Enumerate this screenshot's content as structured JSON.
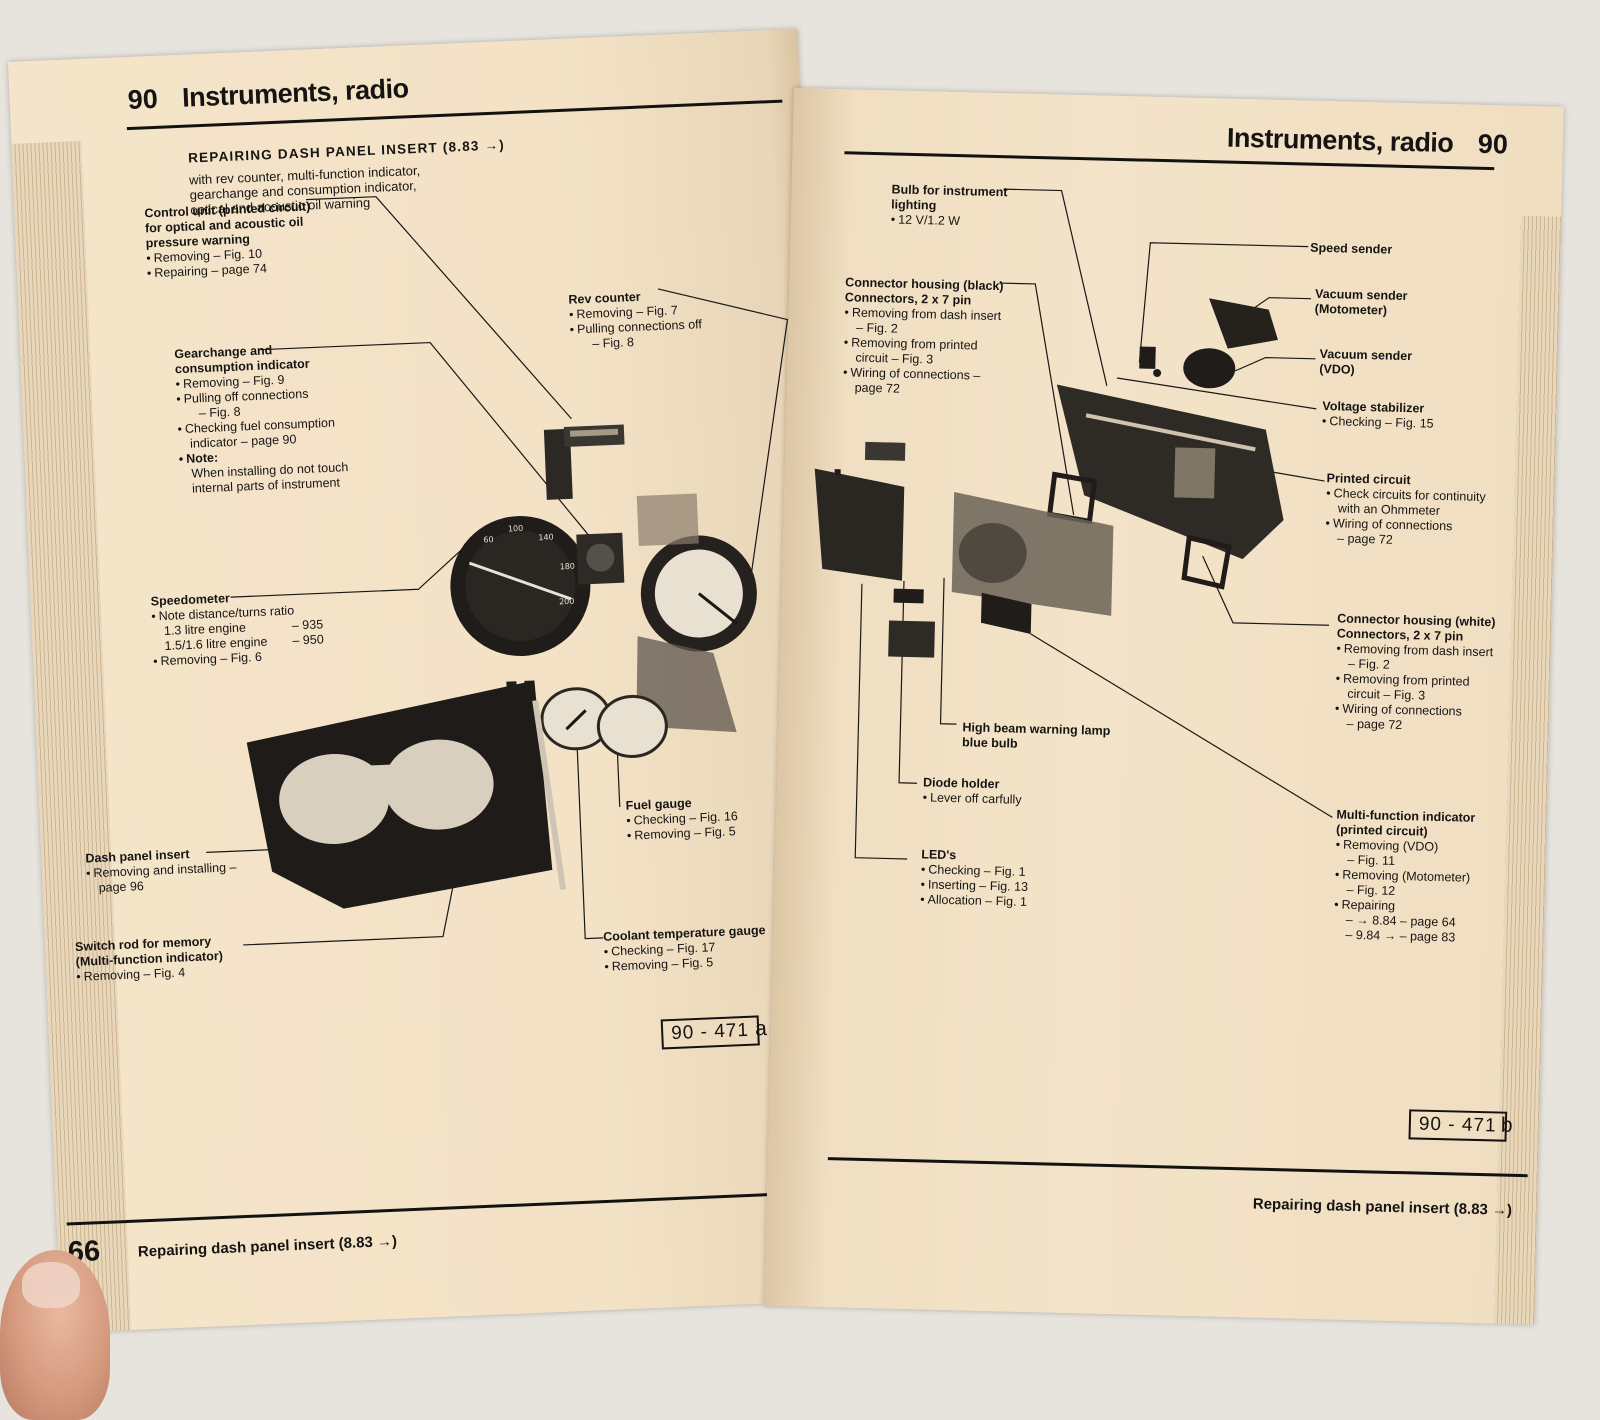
{
  "left_page": {
    "header": {
      "number": "90",
      "title": "Instruments, radio"
    },
    "section_title": "REPAIRING DASH PANEL INSERT (8.83 →)",
    "section_subtitle": [
      "with rev counter, multi-function indicator,",
      "gearchange and consumption indicator,",
      "optical and acoustic oil warning"
    ],
    "callouts": {
      "control_unit": {
        "heading": [
          "Control unit (printed circuit)",
          "for optical and acoustic oil",
          "pressure warning"
        ],
        "items": [
          "Removing – Fig. 10",
          "Repairing – page 74"
        ]
      },
      "gearchange": {
        "heading": [
          "Gearchange and",
          "consumption indicator"
        ],
        "items": [
          "Removing – Fig. 9",
          "Pulling off connections",
          "– Fig. 8",
          "Checking fuel consumption",
          "indicator – page 90"
        ],
        "note_label": "Note:",
        "note_text": [
          "When installing do not touch",
          "internal parts of instrument"
        ]
      },
      "rev_counter": {
        "heading": [
          "Rev counter"
        ],
        "items": [
          "Removing – Fig. 7",
          "Pulling connections off",
          "– Fig. 8"
        ]
      },
      "speedometer": {
        "heading": [
          "Speedometer"
        ],
        "items": [
          "Note distance/turns ratio"
        ],
        "engines": [
          {
            "label": "1.3 litre engine",
            "value": "– 935"
          },
          {
            "label": "1.5/1.6 litre engine",
            "value": "– 950"
          }
        ],
        "last_item": "Removing – Fig. 6"
      },
      "fuel_gauge": {
        "heading": [
          "Fuel gauge"
        ],
        "items": [
          "Checking – Fig. 16",
          "Removing – Fig. 5"
        ]
      },
      "dash_panel": {
        "heading": [
          "Dash panel insert"
        ],
        "items": [
          "Removing and installing –",
          "page 96"
        ]
      },
      "switch_rod": {
        "heading": [
          "Switch rod for memory",
          "(Multi-function indicator)"
        ],
        "items": [
          "Removing – Fig. 4"
        ]
      },
      "coolant": {
        "heading": [
          "Coolant temperature gauge"
        ],
        "items": [
          "Checking – Fig. 17",
          "Removing – Fig. 5"
        ]
      }
    },
    "figure_ref": "90 - 471",
    "figure_letter": "a",
    "page_number": "66",
    "footer": "Repairing dash panel insert (8.83 →)"
  },
  "right_page": {
    "header": {
      "title": "Instruments, radio",
      "number": "90"
    },
    "callouts": {
      "bulb": {
        "heading": [
          "Bulb for instrument",
          "lighting"
        ],
        "items": [
          "12 V/1.2 W"
        ]
      },
      "connector_black": {
        "heading": [
          "Connector housing (black)",
          "Connectors, 2 x 7 pin"
        ],
        "items": [
          "Removing from dash insert",
          "– Fig. 2",
          "Removing from printed",
          "circuit – Fig. 3",
          "Wiring of connections –",
          "page 72"
        ]
      },
      "speed_sender": {
        "heading": [
          "Speed sender"
        ]
      },
      "vacuum_moto": {
        "heading": [
          "Vacuum sender",
          "(Motometer)"
        ]
      },
      "vacuum_vdo": {
        "heading": [
          "Vacuum sender",
          "(VDO)"
        ]
      },
      "voltage": {
        "heading": [
          "Voltage stabilizer"
        ],
        "items": [
          "Checking – Fig. 15"
        ]
      },
      "printed_circuit": {
        "heading": [
          "Printed circuit"
        ],
        "items": [
          "Check circuits for continuity",
          "with an Ohmmeter",
          "Wiring of connections",
          "– page 72"
        ]
      },
      "connector_white": {
        "heading": [
          "Connector housing (white)",
          "Connectors, 2 x 7 pin"
        ],
        "items": [
          "Removing from dash insert",
          "– Fig. 2",
          "Removing from printed",
          "circuit – Fig. 3",
          "Wiring of connections",
          "– page 72"
        ]
      },
      "high_beam": {
        "heading": [
          "High beam warning lamp",
          "blue bulb"
        ]
      },
      "diode": {
        "heading": [
          "Diode holder"
        ],
        "items": [
          "Lever off carfully"
        ]
      },
      "leds": {
        "heading": [
          "LED's"
        ],
        "items": [
          "Checking – Fig. 1",
          "Inserting – Fig. 13",
          "Allocation – Fig. 1"
        ]
      },
      "multifunction": {
        "heading": [
          "Multi-function indicator",
          "(printed circuit)"
        ],
        "items": [
          "Removing (VDO)",
          "– Fig. 11",
          "Removing (Motometer)",
          "– Fig. 12",
          "Repairing",
          "– → 8.84 – page 64",
          "– 9.84 → – page 83"
        ]
      }
    },
    "figure_ref": "90 - 471",
    "figure_letter": "b",
    "footer": "Repairing dash panel insert (8.83 →)"
  }
}
